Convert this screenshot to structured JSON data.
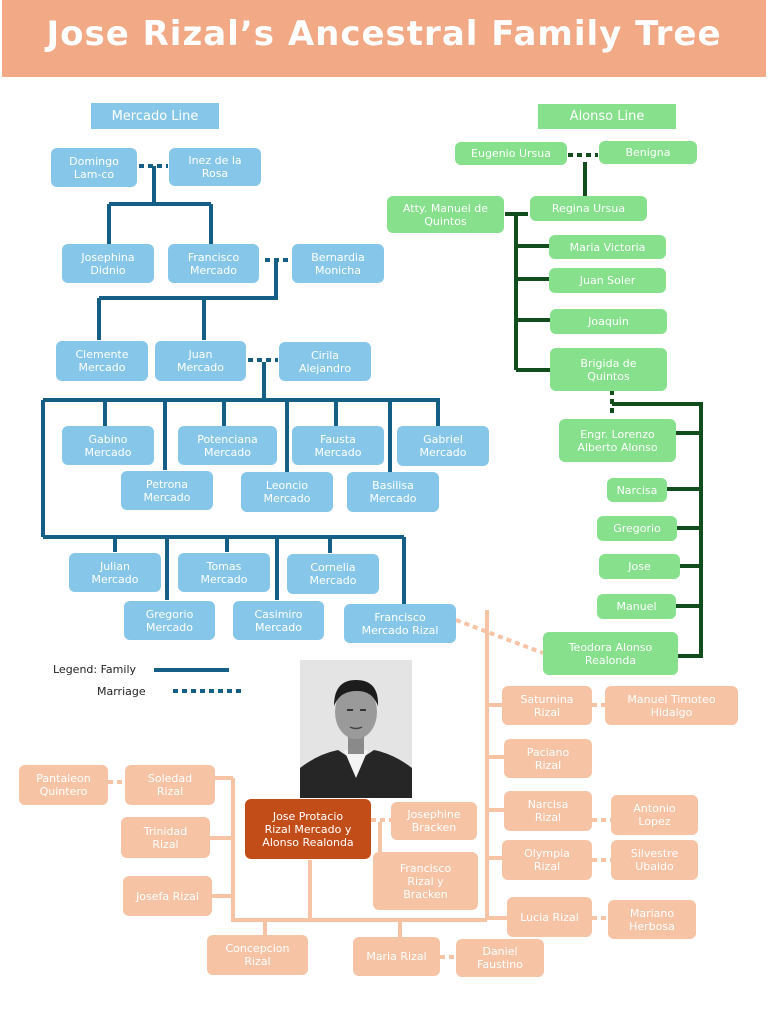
{
  "title": "Jose Rizal’s Ancestral Family Tree",
  "colors": {
    "banner": "#f1a986",
    "mercado": "#86c7e9",
    "mercado_line": "#155e85",
    "alonso": "#86e08c",
    "alonso_line": "#124d1e",
    "rizal": "#f7c3a5",
    "rizal_main": "#c24d18"
  },
  "lines": {
    "mercado": "Mercado Line",
    "alonso": "Alonso Line"
  },
  "legend": {
    "family": "Legend: Family",
    "marriage": "Marriage"
  },
  "people": {
    "domingo": "Domingo\nLam-co",
    "inez": "Inez de la\nRosa",
    "josephina": "Josephina\nDidnio",
    "francisco_m": "Francisco\nMercado",
    "bernardia": "Bernardia\nMonicha",
    "clemente": "Clemente\nMercado",
    "juan_m": "Juan\nMercado",
    "cirila": "Cirila\nAlejandro",
    "gabino": "Gabino\nMercado",
    "potenciana": "Potenciana\nMercado",
    "fausta": "Fausta\nMercado",
    "gabriel": "Gabriel\nMercado",
    "petrona": "Petrona\nMercado",
    "leoncio": "Leoncio\nMercado",
    "basilisa": "Basilisa\nMercado",
    "julian": "Julian\nMercado",
    "tomas": "Tomas\nMercado",
    "cornelia": "Cornelia\nMercado",
    "gregorio_m": "Gregorio\nMercado",
    "casimiro": "Casimiro\nMercado",
    "francisco_mr": "Francisco\nMercado Rizal",
    "eugenio": "Eugenio Ursua",
    "benigna": "Benigna",
    "manuel_dq": "Atty. Manuel de\nQuintos",
    "regina": "Regina Ursua",
    "maria_victoria": "Maria Victoria",
    "juan_soler": "Juan Soler",
    "joaquin": "Joaquin",
    "brigida": "Brigida de\nQuintos",
    "lorenzo": "Engr. Lorenzo\nAlberto Alonso",
    "narcisa_a": "Narcisa",
    "gregorio_a": "Gregorio",
    "jose_a": "Jose",
    "manuel_a": "Manuel",
    "teodora": "Teodora Alonso\nRealonda",
    "saturnina": "Saturnina\nRizal",
    "manuel_th": "Manuel Timoteo\nHidalgo",
    "paciano": "Paciano\nRizal",
    "narcisa_r": "Narcisa\nRizal",
    "antonio": "Antonio\nLopez",
    "olympia": "Olympia\nRizal",
    "silvestre": "Silvestre\nUbaldo",
    "lucia": "Lucia Rizal",
    "mariano": "Mariano\nHerbosa",
    "maria_r": "Maria Rizal",
    "daniel": "Daniel\nFaustino",
    "pantaleon": "Pantaleon\nQuintero",
    "soledad": "Soledad\nRizal",
    "trinidad": "Trinidad\nRizal",
    "josefa": "Josefa Rizal",
    "jose_rizal": "Jose Protacio\nRizal Mercado y\nAlonso Realonda",
    "josephine": "Josephine\nBracken",
    "francisco_rb": "Francisco\nRizal y\nBracken",
    "concepcion": "Concepcion\nRizal"
  }
}
